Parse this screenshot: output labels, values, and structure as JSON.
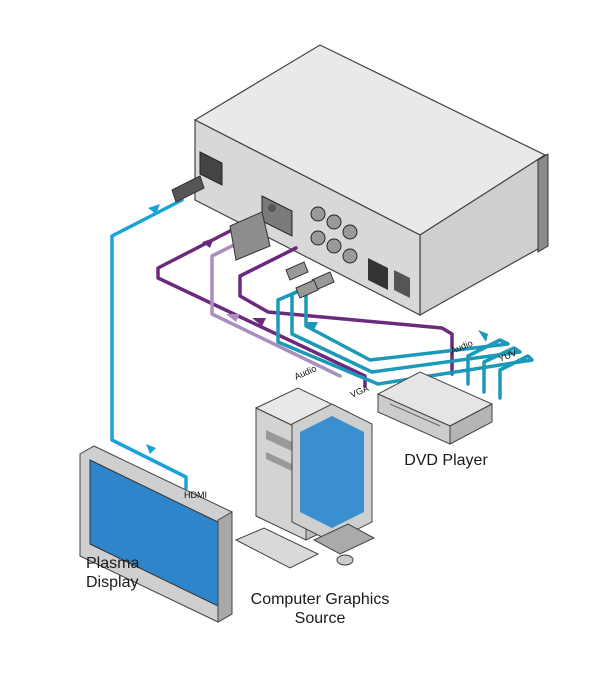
{
  "devices": {
    "plasma": {
      "line1": "Plasma",
      "line2": "Display"
    },
    "computer": {
      "line1": "Computer Graphics",
      "line2": "Source"
    },
    "dvd": {
      "label": "DVD Player"
    }
  },
  "cables": {
    "hdmi": "HDMI",
    "vga": "VGA",
    "audio_pc": "Audio",
    "audio_dvd": "Audio",
    "yuv": "YUV"
  },
  "colors": {
    "hdmi_cable": "#1aa3d6",
    "yuv_cable": "#1a9ab8",
    "vga_cable": "#6b2a7c",
    "audio_cable": "#a98fc0"
  }
}
